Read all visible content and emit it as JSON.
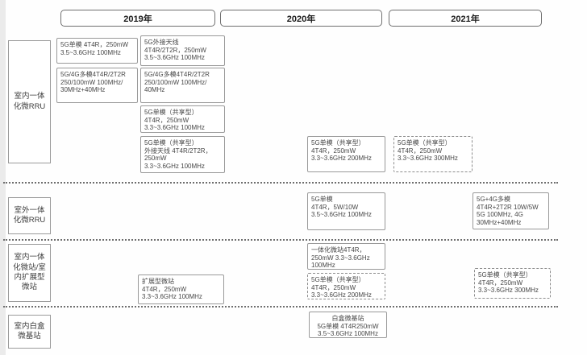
{
  "timeline_headers": [
    {
      "label": "2019年"
    },
    {
      "label": "2020年"
    },
    {
      "label": "2021年"
    }
  ],
  "rows": [
    {
      "label": "室内一体化微RRU",
      "boxes": [
        {
          "year": "2019",
          "text": "5G单模 4T4R，250mW\n3.5~3.6GHz 100MHz"
        },
        {
          "year": "2019",
          "text": "5G/4G多模4T4R/2T2R\n250/100mW 100MHz/\n30MHz+40MHz"
        },
        {
          "year": "2019",
          "text": "5G外接天线\n4T4R/2T2R，250mW\n3.5~3.6GHz 100MHz"
        },
        {
          "year": "2019",
          "text": "5G/4G多模4T4R/2T2R\n250/100mW 100MHz/\n40MHz"
        },
        {
          "year": "2019",
          "text": "5G单模（共享型）\n4T4R，250mW\n3.3~3.6GHz 100MHz"
        },
        {
          "year": "2019",
          "text": "5G单模（共享型）\n外接天线 4T4R/2T2R，\n250mW\n3.3~3.6GHz 100MHz"
        },
        {
          "year": "2020",
          "text": "5G单模（共享型）\n4T4R，250mW\n3.3~3.6GHz 200MHz"
        },
        {
          "year": "2021",
          "text": "5G单模（共享型）\n4T4R，250mW\n3.3~3.6GHz 300MHz"
        }
      ]
    },
    {
      "label": "室外一体化微RRU",
      "boxes": [
        {
          "year": "2020",
          "text": "5G单模\n4T4R，5W/10W\n3.5~3.6GHz 100MHz"
        },
        {
          "year": "2021",
          "text": "5G+4G多模\n4T4R+2T2R 10W/5W\n5G 100MHz, 4G\n30MHz+40MHz"
        }
      ]
    },
    {
      "label": "室内一体化微站/室内扩展型微站",
      "boxes": [
        {
          "year": "2019",
          "text": "扩展型微站\n4T4R，250mW\n3.3~3.6GHz 100MHz"
        },
        {
          "year": "2020",
          "text": "一体化微站4T4R，\n250mW 3.3~3.6GHz\n100MHz"
        },
        {
          "year": "2020",
          "text": "5G单模（共享型）\n4T4R，250mW\n3.3~3.6GHz 200MHz"
        },
        {
          "year": "2021",
          "text": "5G单模（共享型）\n4T4R，250mW\n3.3~3.6GHz 300MHz"
        }
      ]
    },
    {
      "label": "室内白盒微基站",
      "boxes": [
        {
          "year": "2020",
          "text": "白盒微基站\n5G单模 4T4R250mW\n3.5~3.6GHz 100MHz"
        }
      ]
    }
  ]
}
